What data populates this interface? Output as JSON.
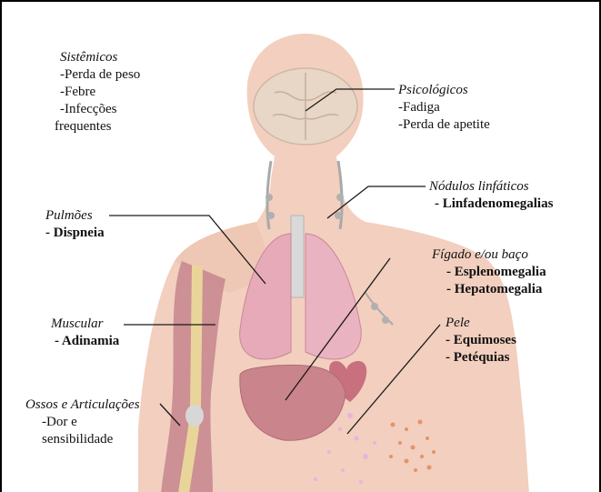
{
  "colors": {
    "skin": "#f2cfbe",
    "skin_shadow": "#e6b8a3",
    "brain": "#e8d6c6",
    "lung": "#e7aab9",
    "liver": "#c9848c",
    "muscle": "#c6858e",
    "bone": "#e9d59a",
    "petechiae": "#e4936a",
    "ecchymosis": "#e9b3de"
  },
  "labels": {
    "sistemicos": {
      "heading": "Sistêmicos",
      "items": [
        "-Perda de peso",
        "-Febre",
        "-Infecções",
        "frequentes"
      ]
    },
    "psicologicos": {
      "heading": "Psicológicos",
      "items": [
        "-Fadiga",
        "-Perda de apetite"
      ]
    },
    "nodulos": {
      "heading": "Nódulos linfáticos",
      "items": [
        "- Linfadenomegalias"
      ]
    },
    "pulmoes": {
      "heading": "Pulmões",
      "items": [
        "- Dispneia"
      ]
    },
    "figado": {
      "heading": "Fígado e/ou baço",
      "items": [
        "- Esplenomegalia",
        "- Hepatomegalia"
      ]
    },
    "muscular": {
      "heading": "Muscular",
      "items": [
        "- Adinamia"
      ]
    },
    "pele": {
      "heading": "Pele",
      "items": [
        "- Equimoses",
        "- Petéquias"
      ]
    },
    "ossos": {
      "heading": "Ossos e Articulações",
      "items": [
        "-Dor e",
        "sensibilidade"
      ]
    }
  }
}
